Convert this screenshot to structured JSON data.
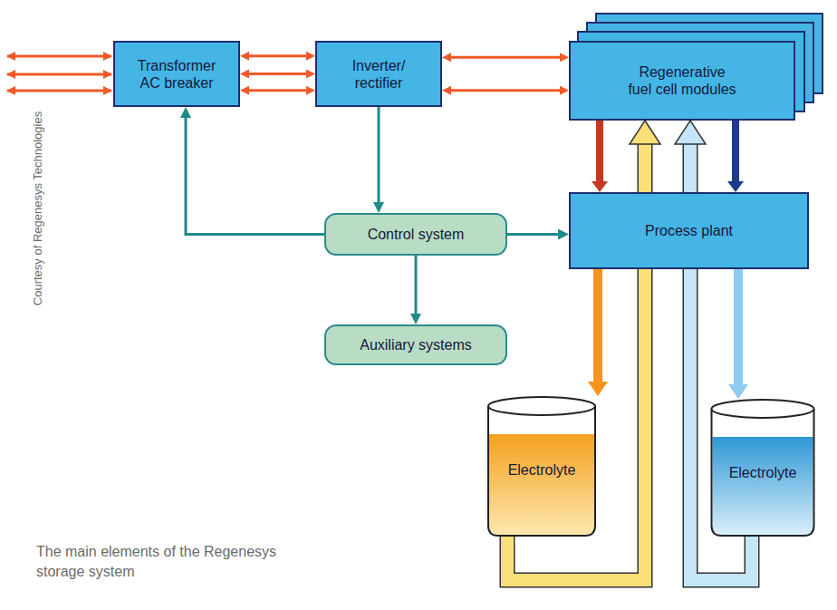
{
  "diagram": {
    "caption": "The main elements of the Regenesys storage system",
    "nodes": [
      {
        "text": [
          "Transformer AC breaker"
        ]
      },
      {
        "text": [
          "Inverter/ rectifier"
        ]
      },
      {
        "text": [
          "Regenerative fuel cell modules"
        ]
      },
      {
        "text": [
          "Control system"
        ]
      },
      {
        "text": [
          "Process plant"
        ]
      },
      {
        "text": [
          "Auxiliary systems"
        ]
      },
      {
        "text": [
          "Electrolyte"
        ]
      },
      {
        "text": [
          "Electrolyte"
        ]
      }
    ],
    "edges": [
      {
        "from": 0,
        "to": 1,
        "arrow": "both"
      },
      {
        "from": 0,
        "to": 1,
        "arrow": "both"
      },
      {
        "from": 0,
        "to": 1,
        "arrow": "both"
      },
      {
        "from": 1,
        "to": 2,
        "arrow": "both"
      },
      {
        "from": 1,
        "to": 2,
        "arrow": "both"
      },
      {
        "from": 1,
        "to": 3,
        "arrow": "to"
      },
      {
        "from": 3,
        "to": 0,
        "arrow": "to"
      },
      {
        "from": 3,
        "to": 4,
        "arrow": "to"
      },
      {
        "from": 3,
        "to": 5,
        "arrow": "to"
      },
      {
        "from": 2,
        "to": 4,
        "arrow": "to"
      },
      {
        "from": 2,
        "to": 4,
        "arrow": "to"
      },
      {
        "from": 4,
        "to": 6,
        "arrow": "to"
      },
      {
        "from": 4,
        "to": 7,
        "arrow": "to"
      },
      {
        "from": 6,
        "to": 2,
        "arrow": "to"
      },
      {
        "from": 7,
        "to": 2,
        "arrow": "to"
      }
    ],
    "labels": [
      "Courtesy of Regenesys Technologies"
    ]
  }
}
